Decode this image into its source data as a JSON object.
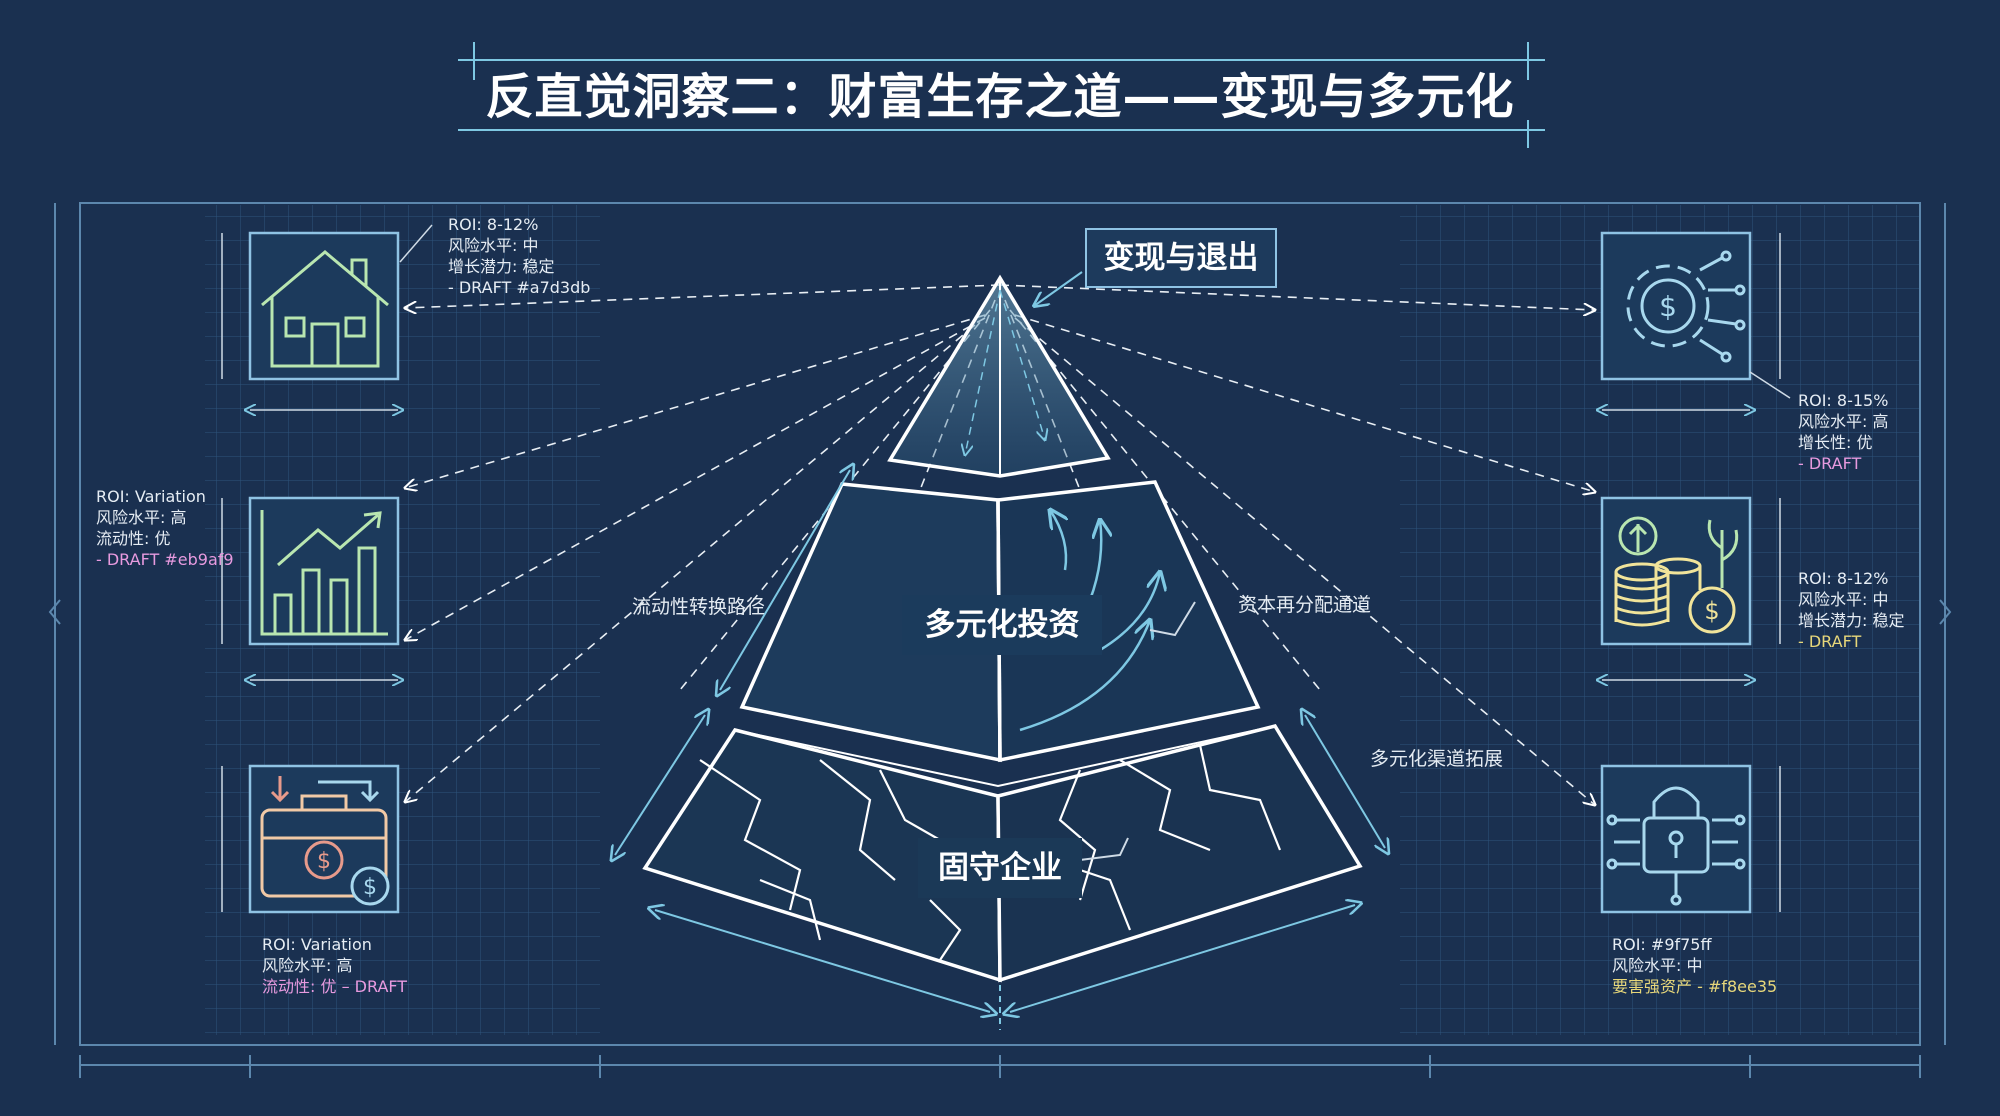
{
  "title": "反直觉洞察二：财富生存之道——变现与多元化",
  "pyramid": {
    "apex_label": "变现与退出",
    "middle_label": "多元化投资",
    "base_label": "固守企业"
  },
  "annotations": {
    "liquidity_path": "流动性转换路径",
    "capital_reallocation": "资本再分配通道",
    "diversification_channel": "多元化渠道拓展"
  },
  "cards": {
    "house": {
      "icon": "house-icon",
      "lines": [
        "ROI: 8-12%",
        "风险水平: 中",
        "增长潜力: 稳定",
        "- DRAFT #a7d3db"
      ]
    },
    "chart": {
      "icon": "growth-chart-icon",
      "lines": [
        "ROI: Variation",
        "风险水平: 高",
        "流动性: 优",
        "- DRAFT #eb9af9"
      ]
    },
    "briefcase": {
      "icon": "briefcase-dollar-icon",
      "lines": [
        "ROI: Variation",
        "风险水平: 高",
        "流动性: 优 – DRAFT"
      ]
    },
    "gear": {
      "icon": "gear-dollar-circuit-icon",
      "lines": [
        "ROI: 8-15%",
        "风险水平: 高",
        "增长性: 优",
        "- DRAFT"
      ]
    },
    "coins": {
      "icon": "coins-plant-icon",
      "lines": [
        "ROI: 8-12%",
        "风险水平: 中",
        "增长潜力: 稳定",
        "- DRAFT"
      ]
    },
    "lock": {
      "icon": "lock-circuit-icon",
      "lines": [
        "ROI: #9f75ff",
        "风险水平: 中",
        "要害强资产 - #f8ee35"
      ]
    }
  },
  "colors": {
    "background": "#1a3050",
    "grid": "#3f6a92",
    "line": "#ffffff",
    "accent": "#7ec8e3",
    "icon_green": "#b9e6b0",
    "icon_blue": "#a8d8ee",
    "icon_yellow": "#f1e49a",
    "draft_pink": "#e79adf",
    "draft_yellow": "#e7d77a"
  }
}
